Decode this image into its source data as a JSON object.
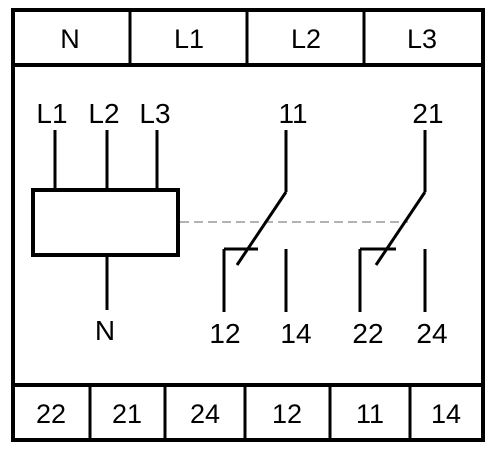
{
  "top_terminals": [
    "N",
    "L1",
    "L2",
    "L3"
  ],
  "bottom_terminals": [
    "22",
    "21",
    "24",
    "12",
    "11",
    "14"
  ],
  "coil": {
    "inputs": [
      "L1",
      "L2",
      "L3"
    ],
    "neutral": "N"
  },
  "contacts": [
    {
      "common": "11",
      "nc": "12",
      "no": "14"
    },
    {
      "common": "21",
      "nc": "22",
      "no": "24"
    }
  ],
  "colors": {
    "line": "#000000",
    "mechanical_link": "#9a9a9a",
    "background": "#ffffff"
  }
}
